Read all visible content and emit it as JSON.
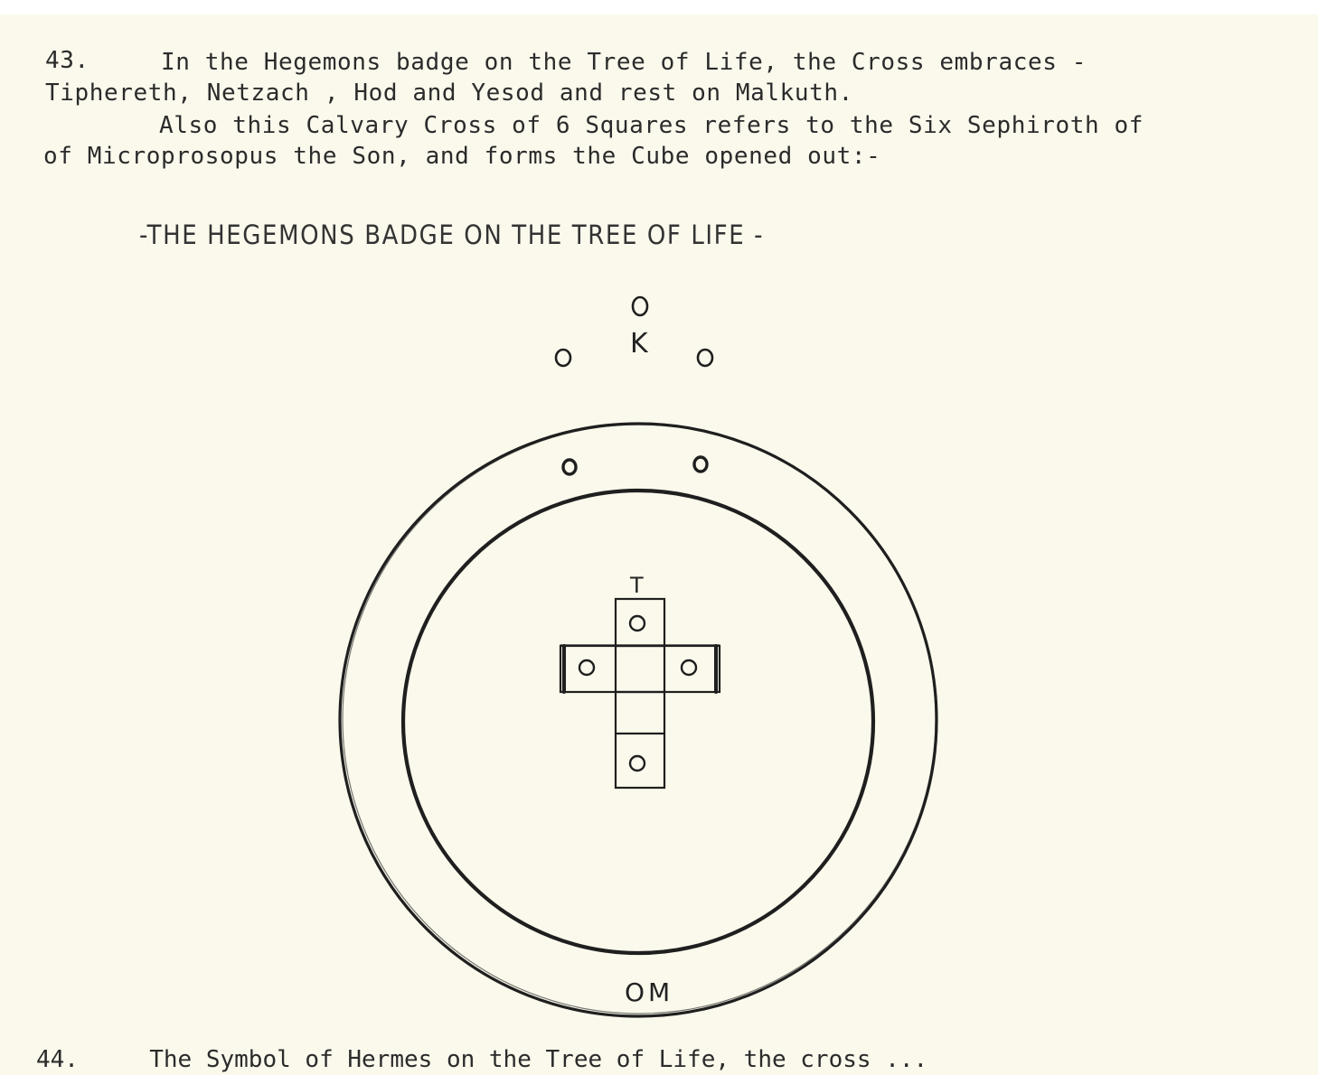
{
  "paragraph_43": {
    "number": "43.",
    "line_1": "In the Hegemons badge on the Tree of Life, the Cross embraces -",
    "line_2": "Tiphereth, Netzach , Hod and Yesod and rest on Malkuth.",
    "line_3": "Also this Calvary Cross of 6 Squares refers to the Six Sephiroth of",
    "line_4": "of Microprosopus the Son, and forms the Cube opened out:-"
  },
  "diagram": {
    "title": "-THE HEGEMONS BADGE ON THE TREE OF LIFE -",
    "label_top": "K",
    "label_cross": "T",
    "label_bottom": "OM"
  },
  "next_paragraph": {
    "text": "44.     The Symbol of Hermes on the Tree of Life, the cross ..."
  }
}
